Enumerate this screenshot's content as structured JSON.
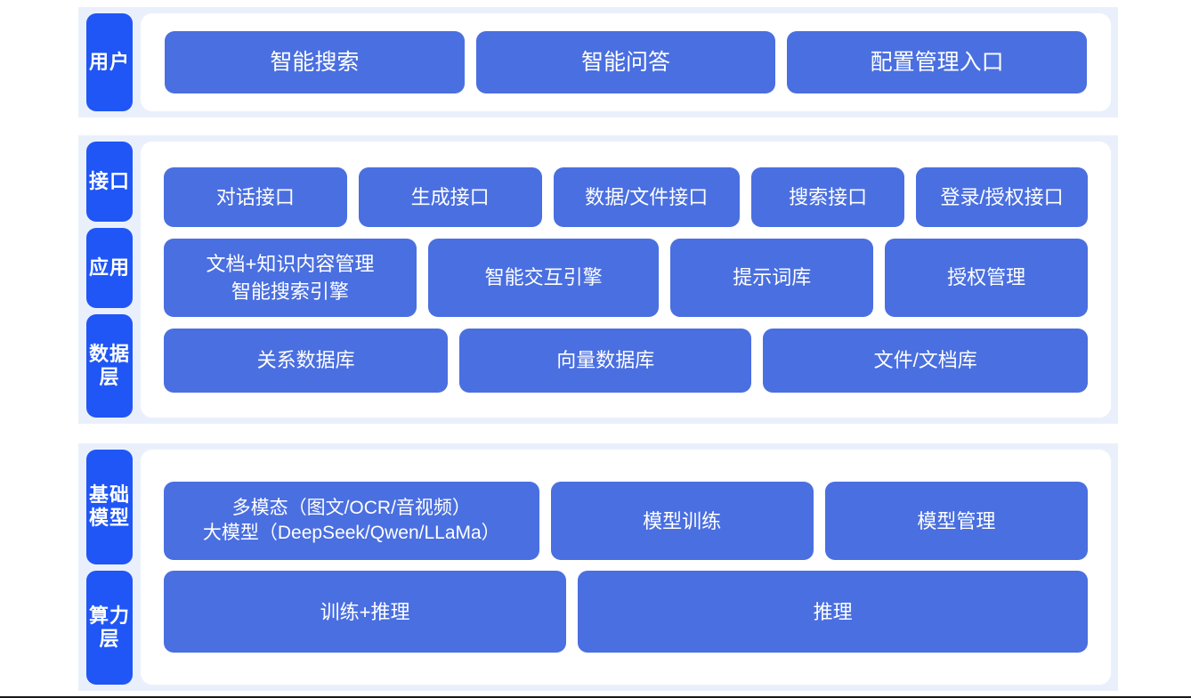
{
  "colors": {
    "tag_blue": "#1f56f5",
    "box_blue": "#4a6fe0",
    "band_blue": "#eaf0fb",
    "panel_white": "#ffffff"
  },
  "sections": [
    {
      "id": "user",
      "tags": [
        "用户"
      ],
      "rows": [
        {
          "id": "user-apps",
          "boxes": [
            {
              "label": "智能搜索",
              "flex": 1
            },
            {
              "label": "智能问答",
              "flex": 1
            },
            {
              "label": "配置管理入口",
              "flex": 1
            }
          ]
        }
      ]
    },
    {
      "id": "middle",
      "tags": [
        "接口",
        "应用",
        "数据层"
      ],
      "rows": [
        {
          "id": "interface",
          "boxes": [
            {
              "label": "对话接口",
              "flex": 1.02
            },
            {
              "label": "生成接口",
              "flex": 1.02
            },
            {
              "label": "数据/文件接口",
              "flex": 1.04
            },
            {
              "label": "搜索接口",
              "flex": 0.84
            },
            {
              "label": "登录/授权接口",
              "flex": 0.95
            }
          ]
        },
        {
          "id": "application",
          "boxes": [
            {
              "label": "文档+知识内容管理\n智能搜索引擎",
              "flex": 1.1
            },
            {
              "label": "智能交互引擎",
              "flex": 1.0
            },
            {
              "label": "提示词库",
              "flex": 0.87
            },
            {
              "label": "授权管理",
              "flex": 0.87
            }
          ]
        },
        {
          "id": "data",
          "boxes": [
            {
              "label": "关系数据库",
              "flex": 1.0
            },
            {
              "label": "向量数据库",
              "flex": 1.03
            },
            {
              "label": "文件/文档库",
              "flex": 1.15
            }
          ]
        }
      ]
    },
    {
      "id": "bottom",
      "tags": [
        "基础模型",
        "算力层"
      ],
      "rows": [
        {
          "id": "model",
          "boxes": [
            {
              "label": "多模态（图文/OCR/音视频）\n大模型（DeepSeek/Qwen/LLaMa）",
              "flex": 1.22
            },
            {
              "label": "模型训练",
              "flex": 0.84
            },
            {
              "label": "模型管理",
              "flex": 0.84
            }
          ]
        },
        {
          "id": "compute",
          "boxes": [
            {
              "label": "训练+推理",
              "flex": 0.94
            },
            {
              "label": "推理",
              "flex": 1.2
            }
          ]
        }
      ]
    }
  ]
}
